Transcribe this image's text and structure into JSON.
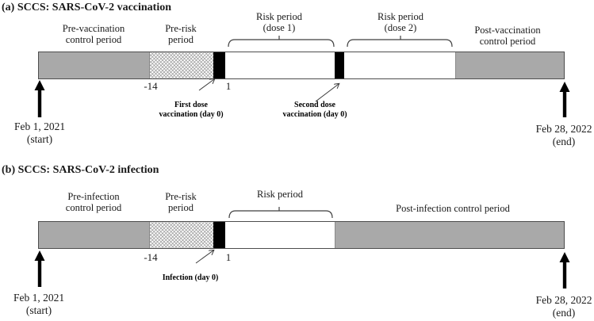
{
  "colors": {
    "control_gray": "#a9a9a9",
    "event_black": "#000000",
    "bar_border": "#4d4d4d",
    "text": "#1a1a1a"
  },
  "panels": {
    "a": {
      "title": "(a) SCCS: SARS-CoV-2 vaccination",
      "labels": {
        "pre_control": "Pre-vaccination\ncontrol period",
        "pre_risk": "Pre-risk\nperiod",
        "risk_dose1": "Risk period\n(dose 1)",
        "risk_dose2": "Risk period\n(dose 2)",
        "post_control": "Post-vaccination\ncontrol period"
      },
      "ticks": {
        "pre_risk_start": "-14",
        "risk_start": "1"
      },
      "annotations": {
        "first_dose": "First dose\nvaccination (day 0)",
        "second_dose": "Second dose\nvaccination (day 0)"
      },
      "timeline": {
        "start_date": "Feb 1, 2021",
        "start_caption": "(start)",
        "end_date": "Feb 28, 2022",
        "end_caption": "(end)"
      }
    },
    "b": {
      "title": "(b) SCCS: SARS-CoV-2 infection",
      "labels": {
        "pre_control": "Pre-infection\ncontrol period",
        "pre_risk": "Pre-risk\nperiod",
        "risk": "Risk period",
        "post_control": "Post-infection control period"
      },
      "ticks": {
        "pre_risk_start": "-14",
        "risk_start": "1"
      },
      "annotations": {
        "infection": "Infection (day 0)"
      },
      "timeline": {
        "start_date": "Feb 1, 2021",
        "start_caption": "(start)",
        "end_date": "Feb 28, 2022",
        "end_caption": "(end)"
      }
    }
  }
}
